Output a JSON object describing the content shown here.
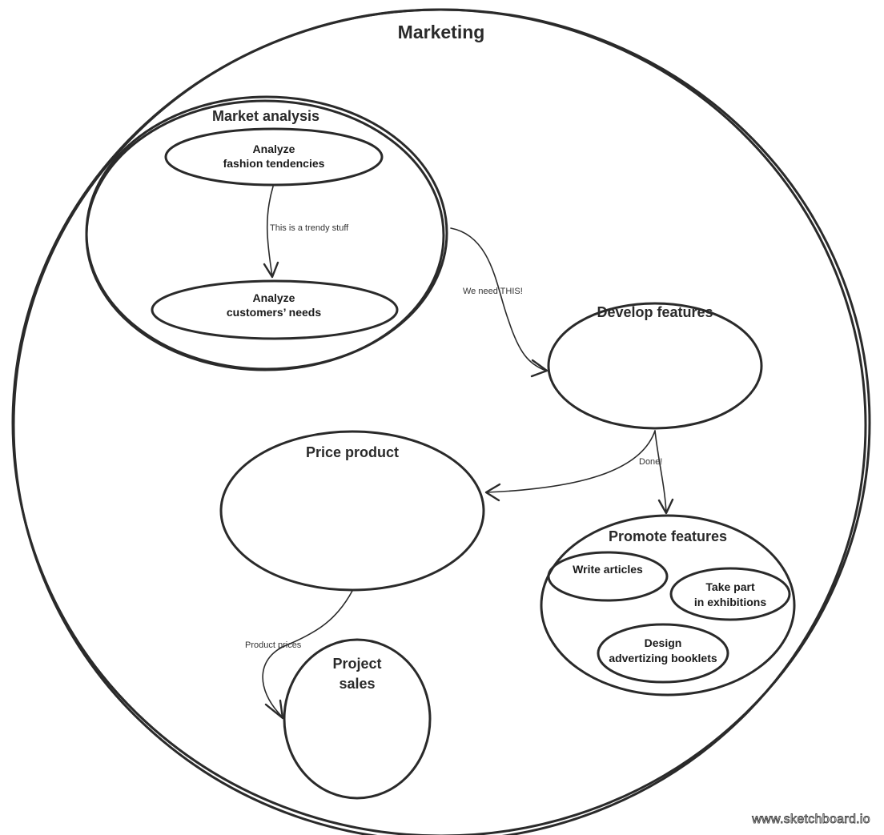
{
  "diagram": {
    "title": "Marketing",
    "groups": {
      "market_analysis": "Market analysis",
      "develop_features": "Develop features",
      "price_product": "Price product",
      "promote_features": "Promote features",
      "project_sales": [
        "Project",
        "sales"
      ]
    },
    "nodes": {
      "analyze_fashion": [
        "Analyze",
        "fashion tendencies"
      ],
      "analyze_customers": [
        "Analyze",
        "customers’ needs"
      ],
      "write_articles": [
        "Write articles"
      ],
      "take_part": [
        "Take part",
        "in exhibitions"
      ],
      "design_booklets": [
        "Design",
        "advertizing booklets"
      ]
    },
    "edges": {
      "fashion_to_customers": "This is a trendy stuff",
      "analysis_to_develop": "We need THIS!",
      "develop_done": "Done!",
      "price_to_sales": "Product prices"
    }
  },
  "watermark": "www.sketchboard.io"
}
